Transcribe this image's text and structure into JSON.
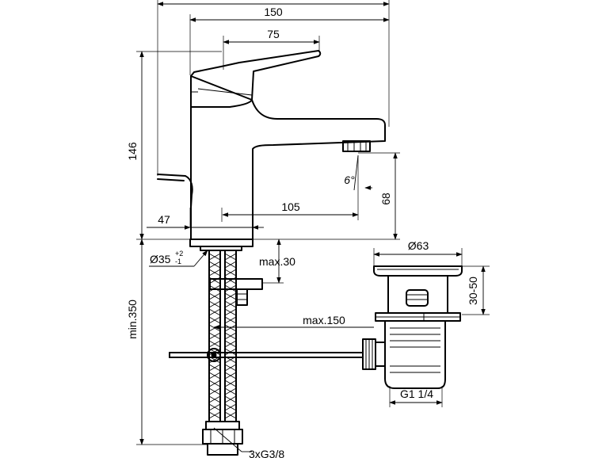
{
  "dimensions": {
    "width_overall": "150",
    "lever_length": "75",
    "height": "146",
    "spout_projection": "105",
    "spout_clearance": "68",
    "base_offset": "47",
    "spout_angle": "6°",
    "hole_diameter": "Ø35",
    "hole_tol_upper": "+2",
    "hole_tol_lower": "-1",
    "deck_thickness": "max.30",
    "hose_length": "min.350",
    "rod_length": "max.150",
    "waste_diameter": "Ø63",
    "waste_height": "30-50",
    "waste_thread": "G1 1/4",
    "hose_connection": "3xG3/8"
  }
}
